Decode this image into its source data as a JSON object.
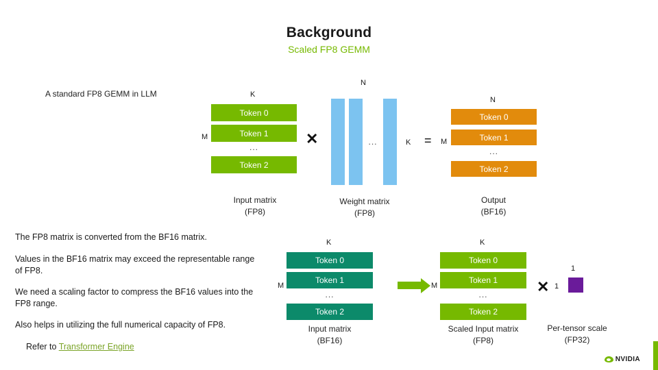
{
  "slide": {
    "title": "Background",
    "subtitle": "Scaled FP8 GEMM"
  },
  "top_diagram": {
    "intro_label": "A standard FP8 GEMM in LLM",
    "input_matrix": {
      "dim_top": "K",
      "dim_left": "M",
      "rows": [
        "Token 0",
        "Token 1",
        "Token 2"
      ],
      "ellipsis": "...",
      "caption_line1": "Input matrix",
      "caption_line2": "(FP8)",
      "color": "#76b900"
    },
    "multiply_operator": "✕",
    "weight_matrix": {
      "dim_top": "N",
      "dim_right": "K",
      "columns": 3,
      "ellipsis": "...",
      "caption_line1": "Weight matrix",
      "caption_line2": "(FP8)",
      "color": "#7cc3f0"
    },
    "equals_operator": "=",
    "output_matrix": {
      "dim_top": "N",
      "dim_left": "M",
      "rows": [
        "Token 0",
        "Token 1",
        "Token 2"
      ],
      "ellipsis": "...",
      "caption_line1": "Output",
      "caption_line2": "(BF16)",
      "color": "#e28b0c"
    }
  },
  "body": {
    "paragraphs": [
      "The FP8 matrix is converted from the BF16 matrix.",
      "Values in the BF16 matrix may exceed the representable range of FP8.",
      "We need a scaling factor to compress the BF16 values into the FP8 range.",
      "Also helps in utilizing the full numerical capacity of FP8."
    ],
    "refer_prefix": "Refer to",
    "refer_link": "Transformer Engine"
  },
  "bottom_diagram": {
    "bf16_matrix": {
      "dim_top": "K",
      "dim_left": "M",
      "rows": [
        "Token 0",
        "Token 1",
        "Token 2"
      ],
      "ellipsis": "...",
      "caption_line1": "Input matrix",
      "caption_line2": "(BF16)",
      "color": "#0c8a6a"
    },
    "arrow": "arrow-right",
    "scaled_matrix": {
      "dim_top": "K",
      "dim_left": "M",
      "rows": [
        "Token 0",
        "Token 1",
        "Token 2"
      ],
      "ellipsis": "...",
      "caption_line1": "Scaled Input matrix",
      "caption_line2": "(FP8)",
      "color": "#76b900"
    },
    "multiply_operator": "✕",
    "per_tensor_scale": {
      "dim_top": "1",
      "dim_left": "1",
      "caption_line1": "Per-tensor scale",
      "caption_line2": "(FP32)",
      "color": "#6a1b9a"
    }
  },
  "footer": {
    "brand": "NVIDIA"
  }
}
